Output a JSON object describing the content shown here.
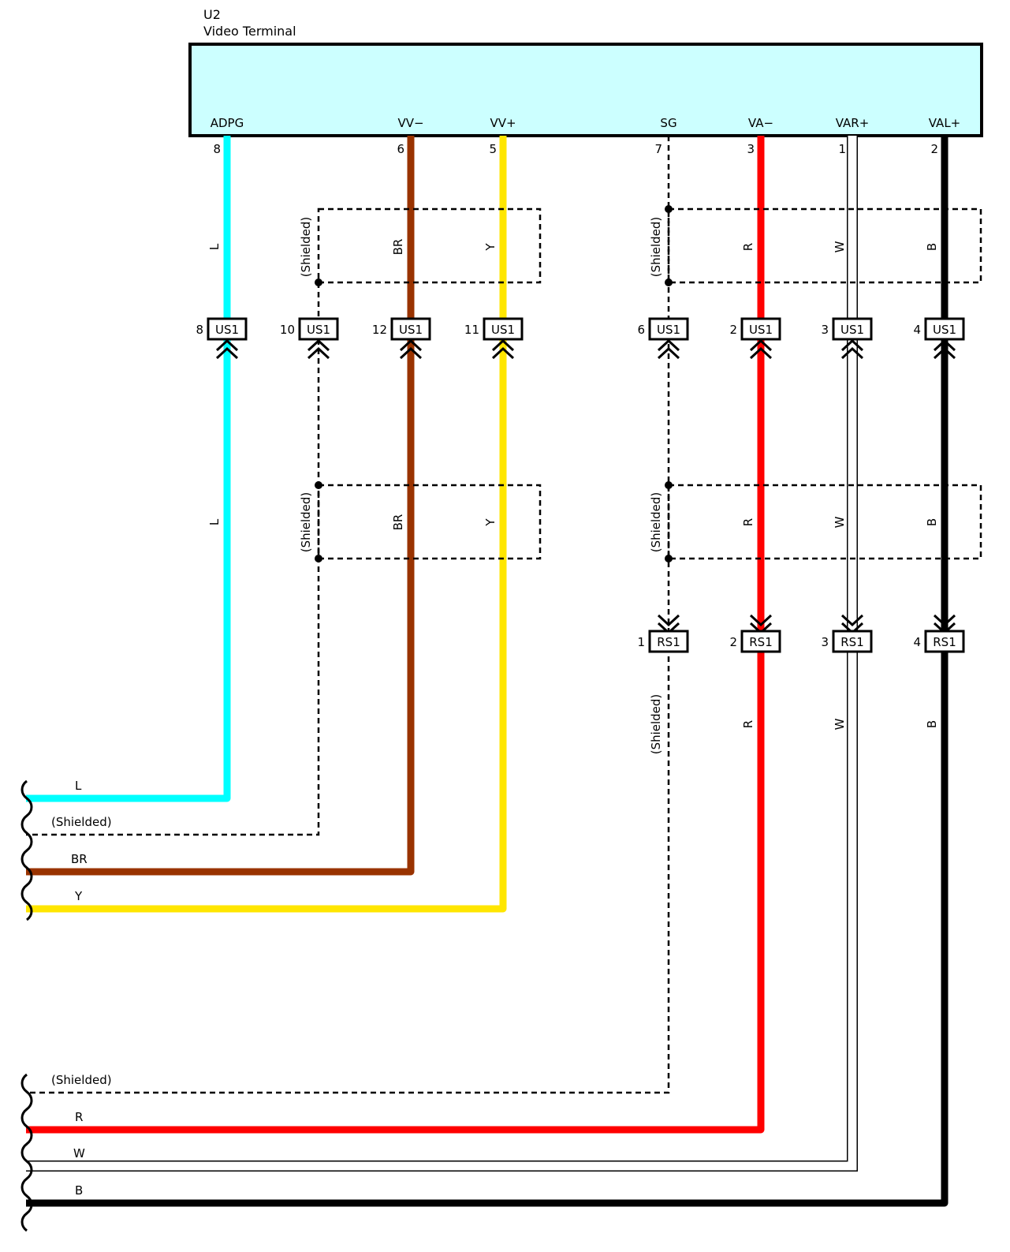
{
  "component": {
    "id": "U2",
    "name": "Video Terminal",
    "fill_color": "#ccffff"
  },
  "shield_label": "(Shielded)",
  "connector_top": "US1",
  "connector_bottom": "RS1",
  "wires": [
    {
      "key": "adpg",
      "terminal": "ADPG",
      "pin": "8",
      "color_code": "L",
      "hex": "#00ffff",
      "us1_pin": "8",
      "rs1_pin": null,
      "style": "solid",
      "left_label": "L"
    },
    {
      "key": "vvshield",
      "terminal": null,
      "pin": null,
      "color_code": null,
      "hex": "#000000",
      "us1_pin": "10",
      "rs1_pin": null,
      "style": "shield",
      "left_label": "(Shielded)"
    },
    {
      "key": "vvminus",
      "terminal": "VV−",
      "pin": "6",
      "color_code": "BR",
      "hex": "#993300",
      "us1_pin": "12",
      "rs1_pin": null,
      "style": "solid",
      "left_label": "BR"
    },
    {
      "key": "vvplus",
      "terminal": "VV+",
      "pin": "5",
      "color_code": "Y",
      "hex": "#ffe600",
      "us1_pin": "11",
      "rs1_pin": null,
      "style": "solid",
      "left_label": "Y"
    },
    {
      "key": "sg",
      "terminal": "SG",
      "pin": "7",
      "color_code": null,
      "hex": "#000000",
      "us1_pin": "6",
      "rs1_pin": "1",
      "style": "shield",
      "left_label": "(Shielded)"
    },
    {
      "key": "vaminus",
      "terminal": "VA−",
      "pin": "3",
      "color_code": "R",
      "hex": "#ff0000",
      "us1_pin": "2",
      "rs1_pin": "2",
      "style": "solid",
      "left_label": "R"
    },
    {
      "key": "varplus",
      "terminal": "VAR+",
      "pin": "1",
      "color_code": "W",
      "hex": "#ffffff",
      "us1_pin": "3",
      "rs1_pin": "3",
      "style": "white",
      "left_label": "W"
    },
    {
      "key": "valplus",
      "terminal": "VAL+",
      "pin": "2",
      "color_code": "B",
      "hex": "#000000",
      "us1_pin": "4",
      "rs1_pin": "4",
      "style": "solid",
      "left_label": "B"
    }
  ]
}
